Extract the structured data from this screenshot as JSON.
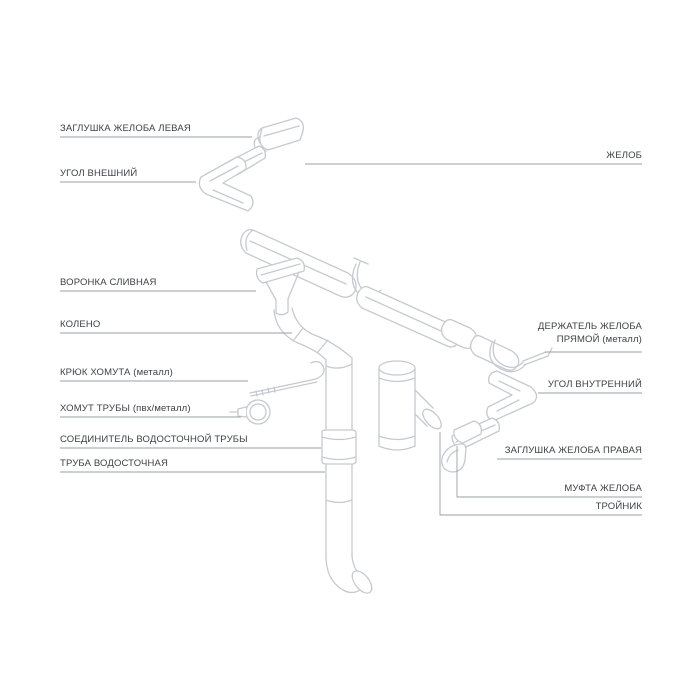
{
  "page": {
    "background": "#ffffff",
    "colors": {
      "drawing_line": "#c6cad0",
      "leader_line": "#9aa0a6",
      "text": "#3d4147"
    }
  },
  "labels": {
    "left": [
      {
        "text": "ЗАГЛУШКА ЖЕЛОБА ЛЕВАЯ"
      },
      {
        "text": "УГОЛ ВНЕШНИЙ"
      },
      {
        "text": "ВОРОНКА СЛИВНАЯ"
      },
      {
        "text": "КОЛЕНО"
      },
      {
        "text": "КРЮК ХОМУТА (металл)"
      },
      {
        "text": "ХОМУТ ТРУБЫ (пвх/металл)"
      },
      {
        "text": "СОЕДИНИТЕЛЬ ВОДОСТОЧНОЙ ТРУБЫ"
      },
      {
        "text": "ТРУБА ВОДОСТОЧНАЯ"
      }
    ],
    "right": [
      {
        "text": "ЖЕЛОБ"
      },
      {
        "text": "ДЕРЖАТЕЛЬ ЖЕЛОБА ПРЯМОЙ (металл)"
      },
      {
        "text": "УГОЛ ВНУТРЕННИЙ"
      },
      {
        "text": "ЗАГЛУШКА ЖЕЛОБА ПРАВАЯ"
      },
      {
        "text": "МУФТА ЖЕЛОБА"
      },
      {
        "text": "ТРОЙНИК"
      }
    ],
    "icons": [
      {
        "name": "gutter-system-exploded-drawing"
      }
    ]
  }
}
